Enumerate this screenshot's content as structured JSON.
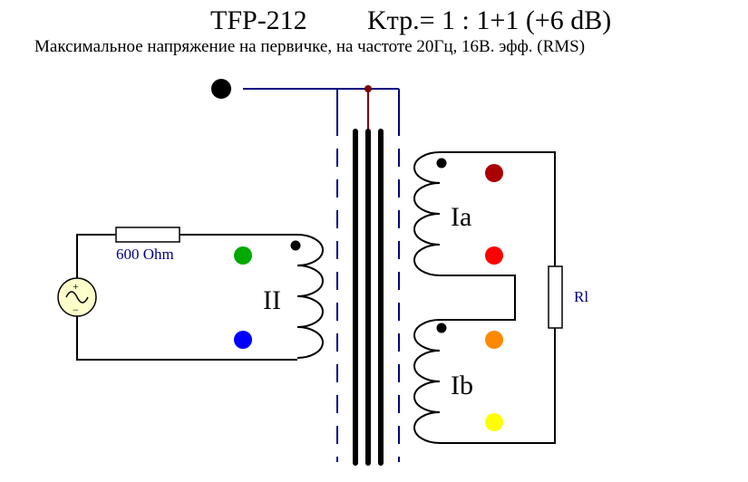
{
  "title": {
    "model": "TFP-212",
    "ratio": "Kтр.= 1 : 1+1 (+6 dB)"
  },
  "subtitle": "Максимальное напряжение на первичке, на частоте 20Гц, 16В. эфф. (RMS)",
  "windings": {
    "secondary": "II",
    "primary_a": "Ia",
    "primary_b": "Ib"
  },
  "components": {
    "source_resistor": "600 Ohm",
    "load": "Rl",
    "source_plus": "+",
    "source_minus": "−"
  },
  "colors": {
    "wire": "#000080",
    "dashed": "#000080",
    "coil": "#000000",
    "core": "#000000",
    "junction": "#800000",
    "label": "#000080",
    "source_fill": "#ffffcc",
    "terminal_green": "#00aa00",
    "terminal_blue": "#0000ff",
    "terminal_darkred": "#aa0000",
    "terminal_red": "#ff0000",
    "terminal_orange": "#ff8800",
    "terminal_yellow": "#ffff00"
  }
}
